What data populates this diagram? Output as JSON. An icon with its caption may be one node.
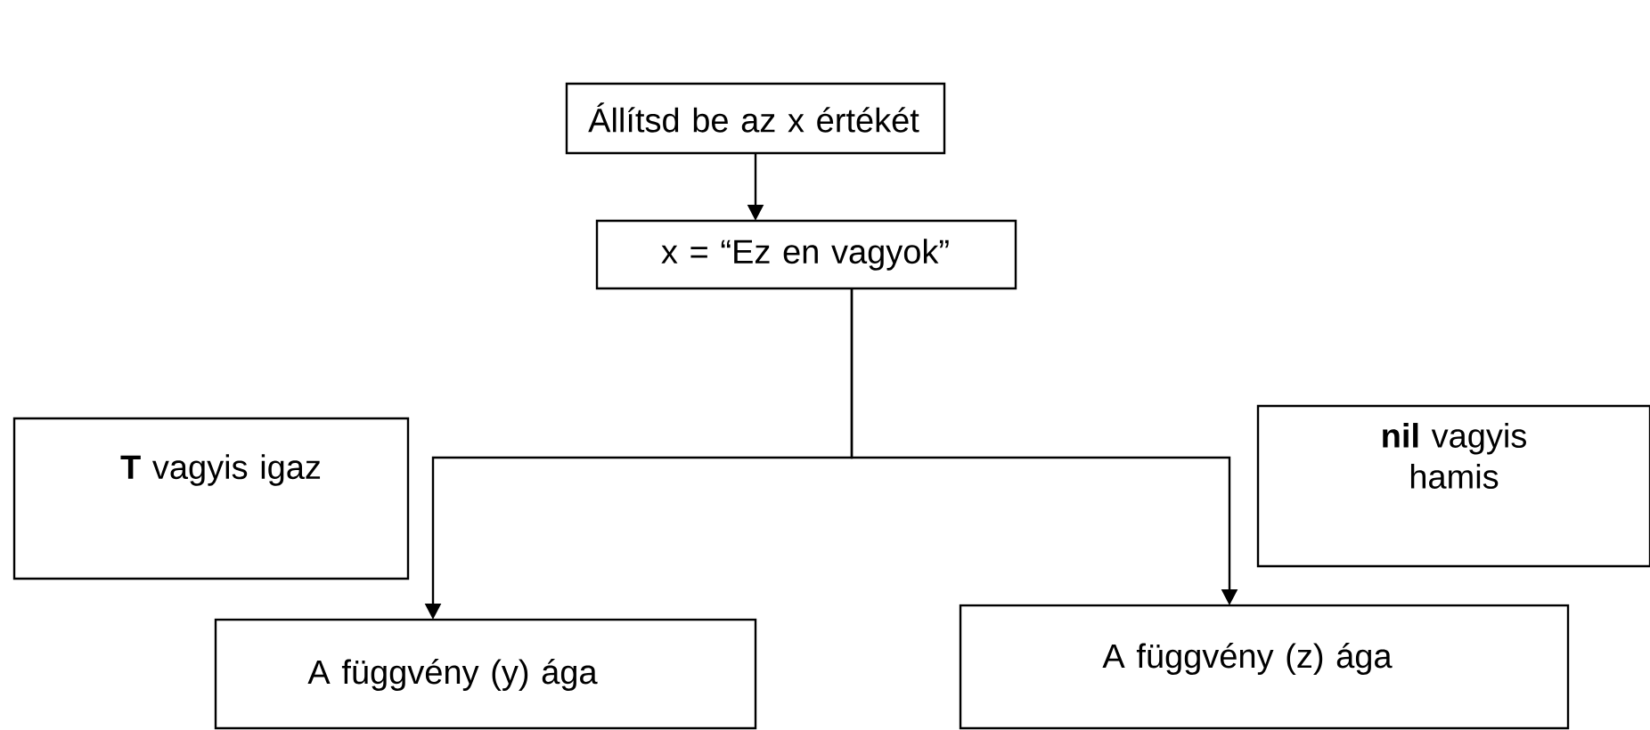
{
  "diagram": {
    "nodes": [
      {
        "text": [
          "Állítsd be az x értékét"
        ]
      },
      {
        "text": [
          "x = “Ez en vagyok”"
        ]
      },
      {
        "text": [
          "**T** vagyis igaz"
        ]
      },
      {
        "text": [
          "**nil** vagyis hamis"
        ]
      },
      {
        "text": [
          "A függvény (y) ága"
        ]
      },
      {
        "text": [
          "A függvény (z) ága"
        ]
      }
    ],
    "edges": [
      {
        "from": 0,
        "to": 1,
        "arrow": "to"
      },
      {
        "from": 1,
        "to": 4,
        "arrow": "to"
      },
      {
        "from": 1,
        "to": 5,
        "arrow": "to"
      }
    ]
  }
}
